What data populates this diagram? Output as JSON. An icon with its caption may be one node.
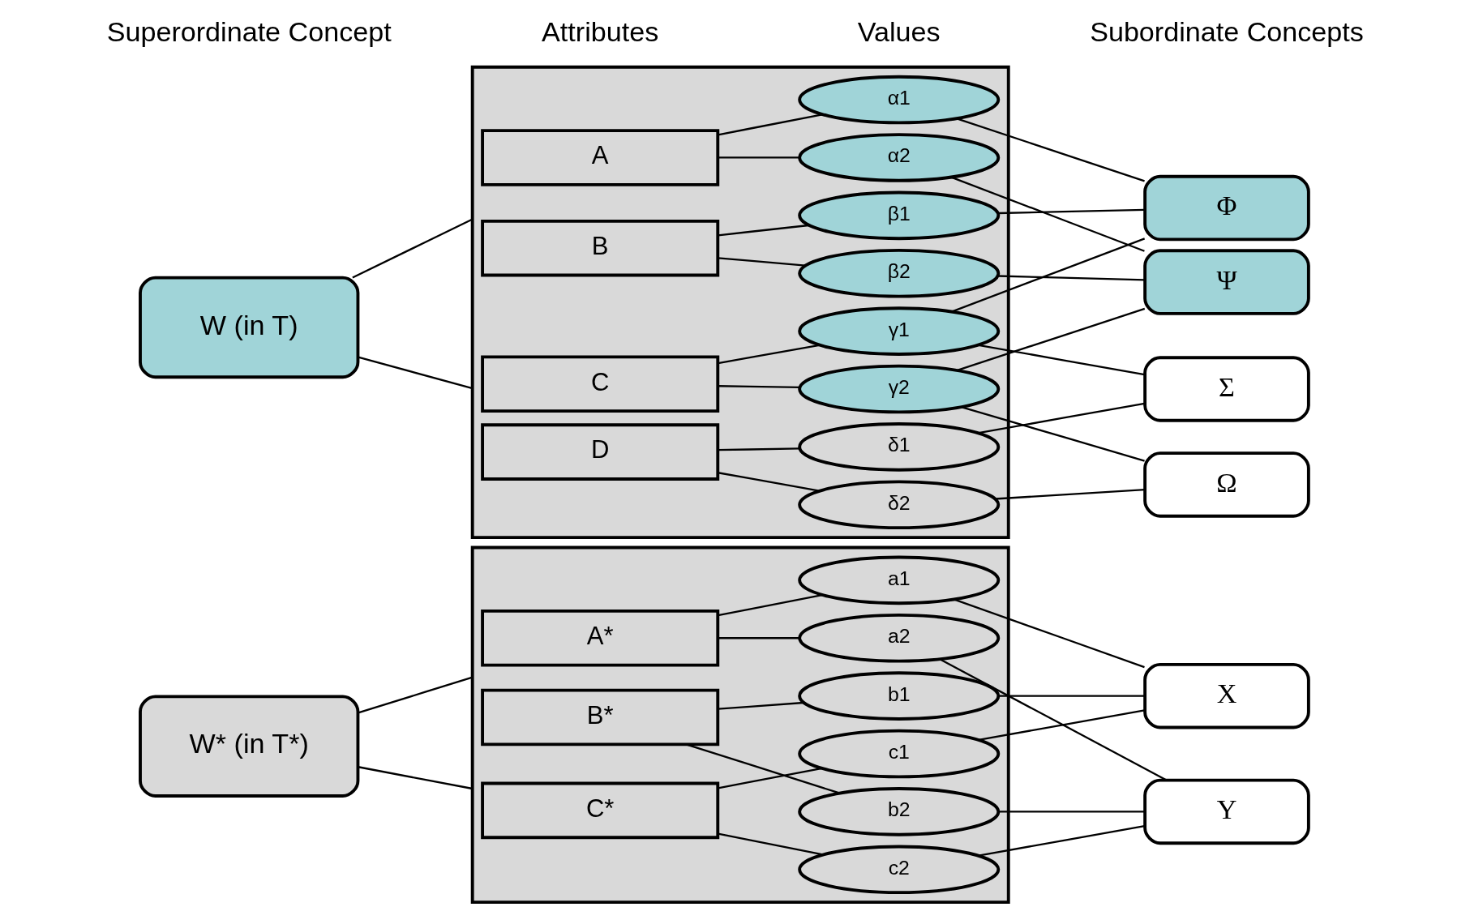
{
  "diagram": {
    "nodes": [
      {
        "text": [
          "W (in T)"
        ]
      },
      {
        "text": [],
        "shape": "box"
      },
      {
        "text": [
          "A"
        ],
        "in": 1
      },
      {
        "text": [
          "α1"
        ],
        "in": 1
      },
      {
        "text": [
          "α2"
        ],
        "in": 1
      },
      {
        "text": [
          "B"
        ],
        "in": 1
      },
      {
        "text": [
          "β1"
        ],
        "in": 1
      },
      {
        "text": [
          "β2"
        ],
        "in": 1
      },
      {
        "text": [
          "C"
        ],
        "in": 1
      },
      {
        "text": [
          "γ1"
        ],
        "in": 1
      },
      {
        "text": [
          "γ2"
        ],
        "in": 1
      },
      {
        "text": [
          "D"
        ],
        "in": 1
      },
      {
        "text": [
          "δ1"
        ],
        "in": 1
      },
      {
        "text": [
          "δ2"
        ],
        "in": 1
      },
      {
        "text": [
          "Φ"
        ]
      },
      {
        "text": [
          "Ψ"
        ]
      },
      {
        "text": [
          "Σ"
        ]
      },
      {
        "text": [
          "Ω"
        ]
      },
      {
        "text": [
          "W* (in T*)"
        ]
      },
      {
        "text": [],
        "shape": "box"
      },
      {
        "text": [
          "A*"
        ],
        "in": 19
      },
      {
        "text": [
          "a1"
        ],
        "in": 19
      },
      {
        "text": [
          "a2"
        ],
        "in": 19
      },
      {
        "text": [
          "B*"
        ],
        "in": 19
      },
      {
        "text": [
          "b1"
        ],
        "in": 19
      },
      {
        "text": [
          "b2"
        ],
        "in": 19
      },
      {
        "text": [
          "C*"
        ],
        "in": 19
      },
      {
        "text": [
          "c1"
        ],
        "in": 19
      },
      {
        "text": [
          "c2"
        ],
        "in": 19
      },
      {
        "text": [
          "X"
        ]
      },
      {
        "text": [
          "Y"
        ]
      }
    ],
    "edges": [
      {
        "from": 0,
        "to": 1,
        "arrow": "none"
      },
      {
        "from": 0,
        "to": 1,
        "arrow": "none"
      },
      {
        "from": 2,
        "to": 3,
        "arrow": "none"
      },
      {
        "from": 2,
        "to": 4,
        "arrow": "none"
      },
      {
        "from": 5,
        "to": 6,
        "arrow": "none"
      },
      {
        "from": 5,
        "to": 7,
        "arrow": "none"
      },
      {
        "from": 8,
        "to": 9,
        "arrow": "none"
      },
      {
        "from": 8,
        "to": 10,
        "arrow": "none"
      },
      {
        "from": 11,
        "to": 12,
        "arrow": "none"
      },
      {
        "from": 11,
        "to": 13,
        "arrow": "none"
      },
      {
        "from": 3,
        "to": 14,
        "arrow": "none"
      },
      {
        "from": 4,
        "to": 15,
        "arrow": "none"
      },
      {
        "from": 6,
        "to": 14,
        "arrow": "none"
      },
      {
        "from": 7,
        "to": 15,
        "arrow": "none"
      },
      {
        "from": 9,
        "to": 14,
        "arrow": "none"
      },
      {
        "from": 9,
        "to": 16,
        "arrow": "none"
      },
      {
        "from": 10,
        "to": 15,
        "arrow": "none"
      },
      {
        "from": 10,
        "to": 17,
        "arrow": "none"
      },
      {
        "from": 12,
        "to": 16,
        "arrow": "none"
      },
      {
        "from": 13,
        "to": 17,
        "arrow": "none"
      },
      {
        "from": 18,
        "to": 19,
        "arrow": "none"
      },
      {
        "from": 18,
        "to": 19,
        "arrow": "none"
      },
      {
        "from": 20,
        "to": 21,
        "arrow": "none"
      },
      {
        "from": 20,
        "to": 22,
        "arrow": "none"
      },
      {
        "from": 23,
        "to": 24,
        "arrow": "none"
      },
      {
        "from": 23,
        "to": 25,
        "arrow": "none"
      },
      {
        "from": 26,
        "to": 27,
        "arrow": "none"
      },
      {
        "from": 26,
        "to": 28,
        "arrow": "none"
      },
      {
        "from": 21,
        "to": 29,
        "arrow": "none"
      },
      {
        "from": 22,
        "to": 30,
        "arrow": "none"
      },
      {
        "from": 24,
        "to": 29,
        "arrow": "none"
      },
      {
        "from": 25,
        "to": 30,
        "arrow": "none"
      },
      {
        "from": 27,
        "to": 29,
        "arrow": "none"
      },
      {
        "from": 28,
        "to": 30,
        "arrow": "none"
      }
    ],
    "labels": [
      "Superordinate Concept",
      "Attributes",
      "Values",
      "Subordinate Concepts"
    ]
  }
}
